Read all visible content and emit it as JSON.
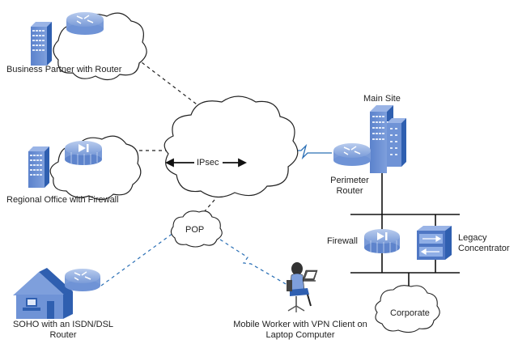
{
  "labels": {
    "business_partner": "Business Partner with Router",
    "regional_office": "Regional Office with Firewall",
    "soho_line1": "SOHO with an ISDN/DSL",
    "soho_line2": "Router",
    "ipsec": "IPsec",
    "pop": "POP",
    "main_site": "Main Site",
    "perimeter_line1": "Perimeter",
    "perimeter_line2": "Router",
    "firewall": "Firewall",
    "legacy_line1": "Legacy",
    "legacy_line2": "Concentrator",
    "corporate": "Corporate",
    "mobile_line1": "Mobile Worker with VPN Client on",
    "mobile_line2": "Laptop Computer"
  },
  "colors": {
    "device_blue": "#6f93d6",
    "device_dark": "#2f5fb0",
    "link_blue": "#2a6fb5",
    "line_black": "#222222"
  }
}
